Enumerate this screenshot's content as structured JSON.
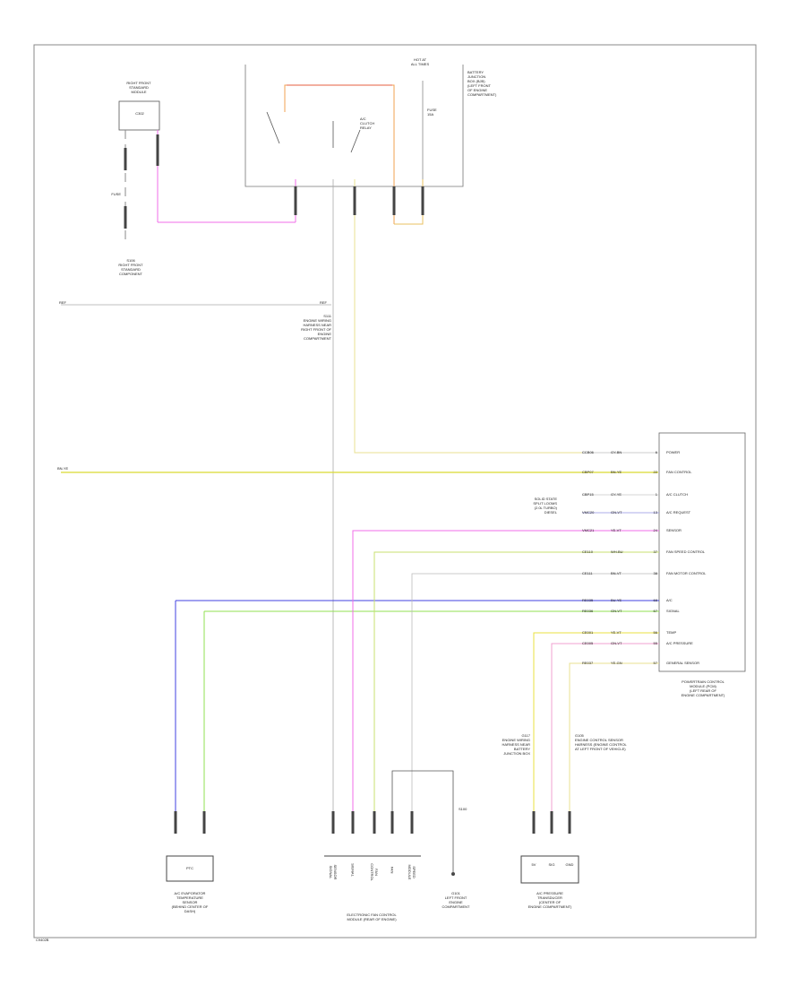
{
  "title": "",
  "labels": {
    "left_connector_top": "RIGHT FRONT\nSTANDARD\nMODULE",
    "left_connector_box": "C302",
    "left_fuse": "FUSE",
    "left_connector_bottom": "S106\nRIGHT FRONT\nSTANDARD\nCOMPONENT",
    "top_hot": "HOT AT\nALL TIMES",
    "top_right_note": "BATTERY\nJUNCTION\nBOX (BJB)\n(LEFT FRONT\nOF ENGINE\nCOMPARTMENT)",
    "top_relay": "A/C\nCLUTCH\nRELAY",
    "top_fuse": "FUSE\n15A",
    "splice_note": "S111\nENGINE WIRING\nHARNESS NEAR\nRIGHT FRONT OF\nENGINE\nCOMPARTMENT",
    "pcm_label": "POWERTRAIN CONTROL\nMODULE (PCM)\n(LEFT REAR OF\nENGINE COMPARTMENT)",
    "ref_left_top": "REF",
    "ref_right_top": "REF",
    "wire_left_mid": "BN-YE",
    "pcm_aux_note": "SOLID STATE\nSPLIT LOOMS\n(2.0L TURBO)\nDIESEL",
    "g_sensor_note_left": "G117\nENGINE WIRING\nHARNESS NEAR\nBATTERY\nJUNCTION BOX",
    "g_sensor_note_right": "G105\nENGINE CONTROL SENSOR\nHARNESS (ENGINE CONTROL\nAT LEFT FRONT OF VEHICLE)",
    "evap_label": "A/C EVAPORATOR\nTEMPERATURE\nSENSOR\n(BEHIND CENTER OF\nDASH)",
    "evap_box": "PTC",
    "hvac_label": "ELECTRONIC FAN CONTROL\nMODULE (REAR OF ENGINE)",
    "ground_label": "G101\nLEFT FRONT\nENGINE\nCOMPARTMENT",
    "pressure_label": "A/C PRESSURE\nTRANSDUCER\n(CENTER OF\nENGINE COMPARTMENT)",
    "ground_small": "S100",
    "left_corner": "C9402B"
  },
  "pcm_pins": [
    {
      "circuit": "CCB06",
      "color": "GY-BN",
      "pin": "6",
      "func": "POWER"
    },
    {
      "circuit": "CBP07",
      "color": "BN-YE",
      "pin": "22",
      "func": "FAN CONTROL"
    },
    {
      "circuit": "CBP15",
      "color": "GY-YE",
      "pin": "1",
      "func": "A/C CLUTCH"
    },
    {
      "circuit": "VMC20",
      "color": "GN-VT",
      "pin": "13",
      "func": "A/C REQUEST"
    },
    {
      "circuit": "VMC21",
      "color": "YE-VT",
      "pin": "24",
      "func": "SENSOR"
    },
    {
      "circuit": "CE110",
      "color": "WH-BU",
      "pin": "37",
      "func": "FAN SPEED CONTROL"
    },
    {
      "circuit": "CE111",
      "color": "BN-VT",
      "pin": "38",
      "func": "FAN MOTOR CONTROL"
    },
    {
      "circuit": "RE035",
      "color": "BU-YE",
      "pin": "68",
      "func": "A/C"
    },
    {
      "circuit": "RE036",
      "color": "GN-VT",
      "pin": "67",
      "func": "SIGNAL"
    },
    {
      "circuit": "CE001",
      "color": "YE-VT",
      "pin": "56",
      "func": "TEMP"
    },
    {
      "circuit": "CE005",
      "color": "GN-VT",
      "pin": "55",
      "func": "A/C PRESSURE"
    },
    {
      "circuit": "RE037",
      "color": "YE-GN",
      "pin": "57",
      "func": "GENERAL SENSOR"
    }
  ],
  "hvac_pins": [
    "SENSOR\nSIGNAL",
    "SIGNAL",
    "FAN\nCONTROL",
    "FAN",
    "SPEED\nMODULE"
  ],
  "pressure_pins": [
    "5V",
    "SIG",
    "GND"
  ],
  "colors": {
    "pink": "#f06ce8",
    "orange": "#f0a050",
    "red": "#e04a3a",
    "yellow": "#dada30",
    "blue": "#4040e0",
    "green": "#90e050",
    "gray": "#888888",
    "frame": "#555555"
  }
}
